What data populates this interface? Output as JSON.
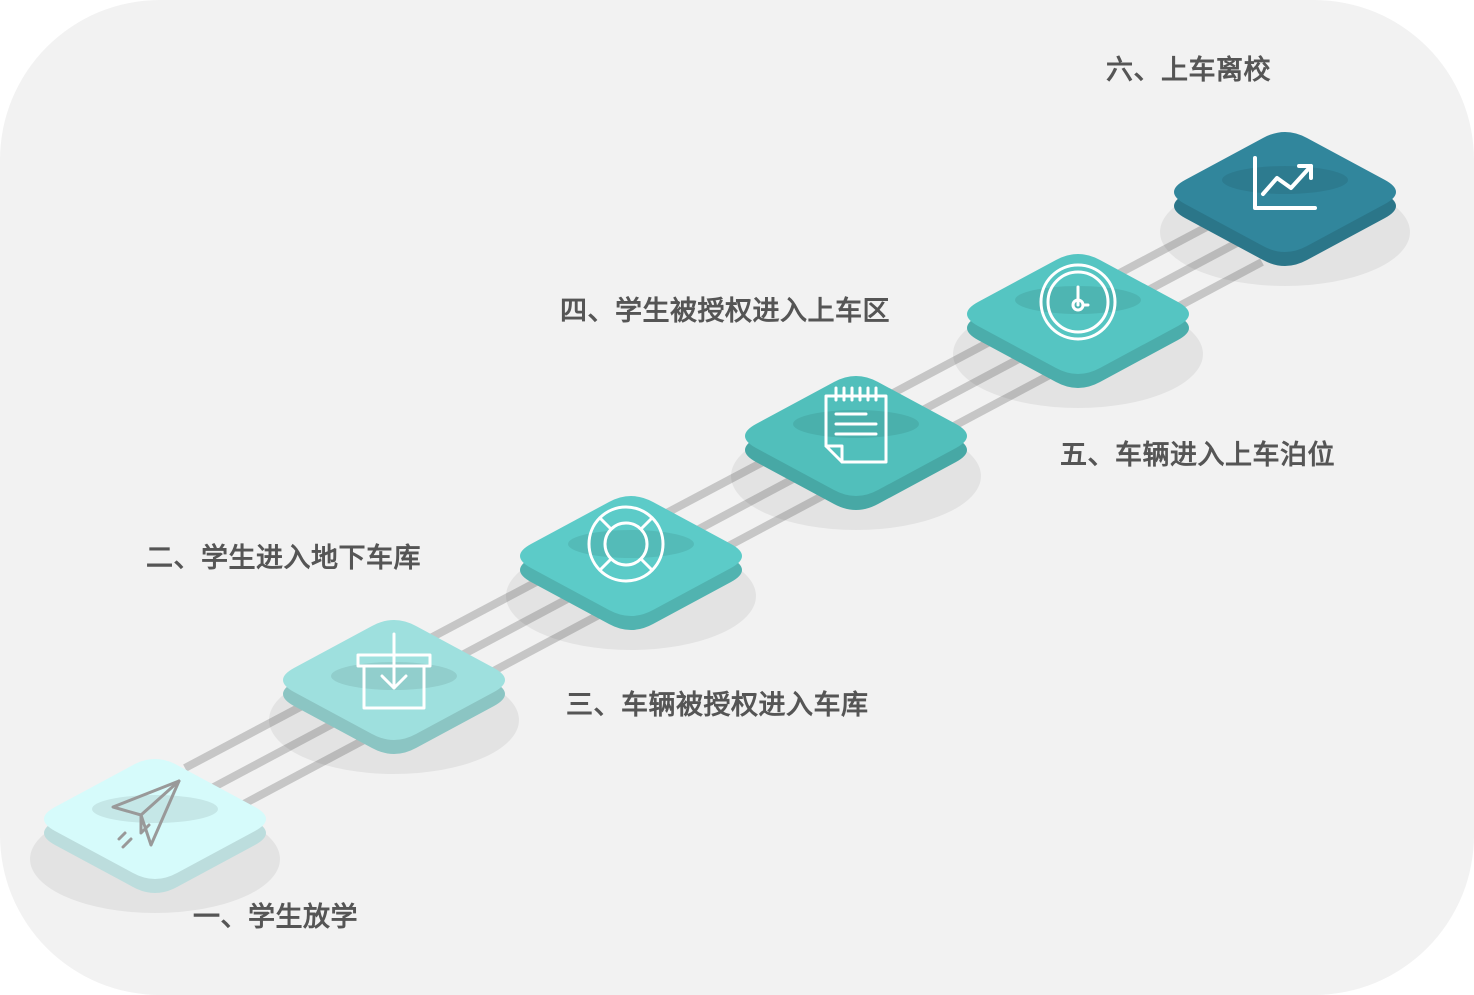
{
  "steps": [
    {
      "label": "一、学生放学",
      "icon": "paper-plane-icon",
      "color": "#d6fbfb"
    },
    {
      "label": "二、学生进入地下车库",
      "icon": "inbox-download-icon",
      "color": "#9ee0de"
    },
    {
      "label": "三、车辆被授权进入车库",
      "icon": "lifebuoy-icon",
      "color": "#5ccbc8"
    },
    {
      "label": "四、学生被授权进入上车区",
      "icon": "notepad-icon",
      "color": "#51bfbb"
    },
    {
      "label": "五、车辆进入上车泊位",
      "icon": "clock-icon",
      "color": "#55c5c2"
    },
    {
      "label": "六、上车离校",
      "icon": "trend-chart-icon",
      "color": "#31869c"
    }
  ],
  "colors": {
    "background": "#f2f2f2",
    "label_text": "#555555",
    "rail": "#c6c6c6"
  }
}
